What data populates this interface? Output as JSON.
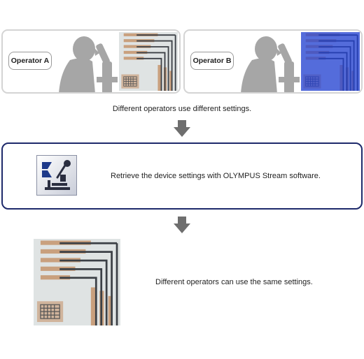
{
  "operators": [
    {
      "label": "Operator A",
      "sample_tint": "#d8dcdc"
    },
    {
      "label": "Operator B",
      "sample_tint": "#1f3fd8"
    }
  ],
  "captions": {
    "different_settings": "Different operators use different settings.",
    "retrieve": "Retrieve the device settings with OLYMPUS Stream software.",
    "same_settings": "Different operators can use the same settings."
  },
  "icons": {
    "arrow": "down-arrow-icon",
    "software": "olympus-stream-software-icon"
  },
  "colors": {
    "panel_border": "#d4d4d4",
    "stream_box_border": "#1e2a6b",
    "arrow": "#6e6e6e",
    "silhouette": "#a6a6a6",
    "trace_copper": "#c9a07e",
    "trace_dark": "#3c4046"
  }
}
